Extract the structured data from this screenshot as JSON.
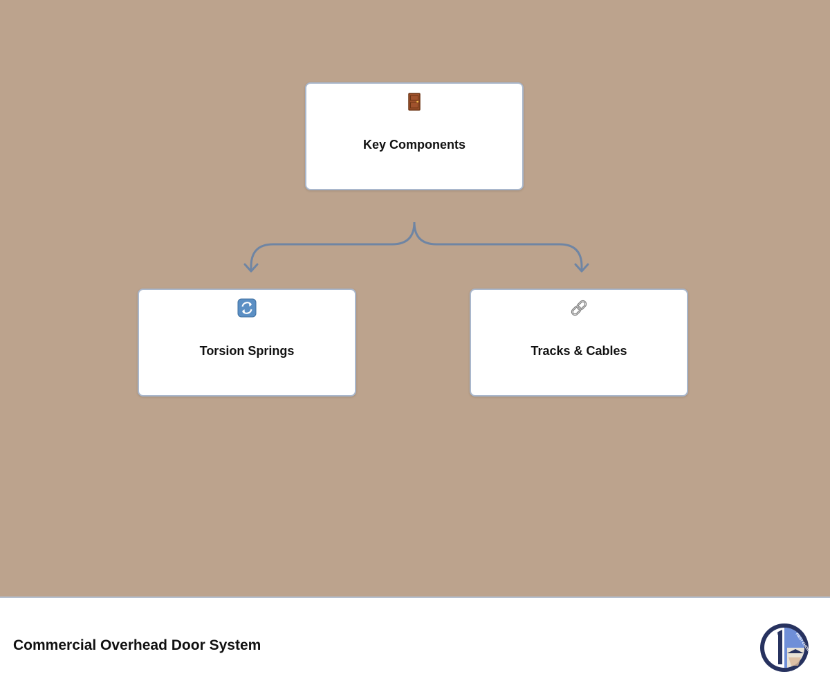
{
  "diagram": {
    "root": {
      "label": "Key Components",
      "icon": "door-icon"
    },
    "children": [
      {
        "label": "Torsion Springs",
        "icon": "refresh-arrows-icon"
      },
      {
        "label": "Tracks & Cables",
        "icon": "chain-link-icon"
      }
    ]
  },
  "footer": {
    "title": "Commercial Overhead Door System",
    "logo_icon": "company-logo",
    "logo_text": "FIRST CHOICE"
  },
  "colors": {
    "background": "#bca38d",
    "connector": "#6f85a3",
    "node_border": "#a9b7cc",
    "footer_bg": "#ffffff"
  }
}
